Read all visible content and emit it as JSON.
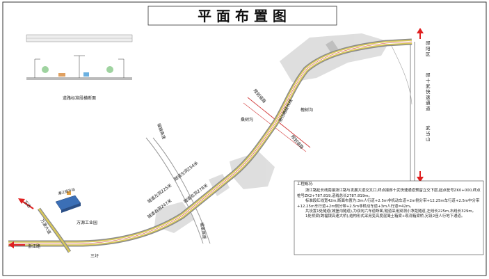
{
  "title": "平  面  布  置  图",
  "cross_section_label": "道路标准段横断面",
  "labels": {
    "tianjiang_road": "浙江路",
    "wanyuan_ave": "万源大道",
    "wanda": "万达",
    "wanyuan_industrial": "万源工业园",
    "sanxu": "三圩",
    "fuxing_expressway": "福银高速",
    "left_tunnel_a": "隧道左洞225米",
    "right_tunnel_a": "隧道右洞247米",
    "left_tunnel_b": "隧道左洞254米",
    "right_tunnel_b": "隧道右洞278米",
    "sangshugou": "桑树沟",
    "gufeng_road_a": "规划道路",
    "gufeng_road_b": "规划道路",
    "zhejiang_ext": "浙江路延长线",
    "huaishugou": "槐树沟",
    "yunyang_district": "郧阳区",
    "shiwu_expressway": "郧十武快速通道",
    "wudang_mountain": "武当山",
    "building_tag": "瀑江提升站"
  },
  "notes": {
    "heading": "工程概况:",
    "p1": "浙江路延长线南接浙江路与发展大道交叉口,终点接郧十武快速通道预留立交下层,起点桩号ZK0+000,终点桩号ZK2+787.819,道线总长2787.819m。",
    "p2": "标准段红线宽42m,断面布置为:3m人行道+2.5m非机动车道+2m侧分带+12.25m车行道+2.5m中分带+12.25m车行道+2m侧分带+2.5m非机动车道+3m人行道=42m。",
    "p3": "共设置1处隧道(城堡沟隧道),为双向六车道断面,隧道采用双洞小净距隧道,左线长225m,右线长329m。",
    "p4": "1处桥梁(跨福银高速大桥),结构形式采用变高度混凝土箱梁+现浇箱梁桥,另设2座人行地下通道。"
  },
  "colors": {
    "road_yellow": "#d9c95a",
    "road_red": "#d23a3a",
    "road_gray": "#8a8a8a",
    "terrain": "#c8c8c8",
    "arrow_red": "#e02020",
    "text": "#222222"
  }
}
